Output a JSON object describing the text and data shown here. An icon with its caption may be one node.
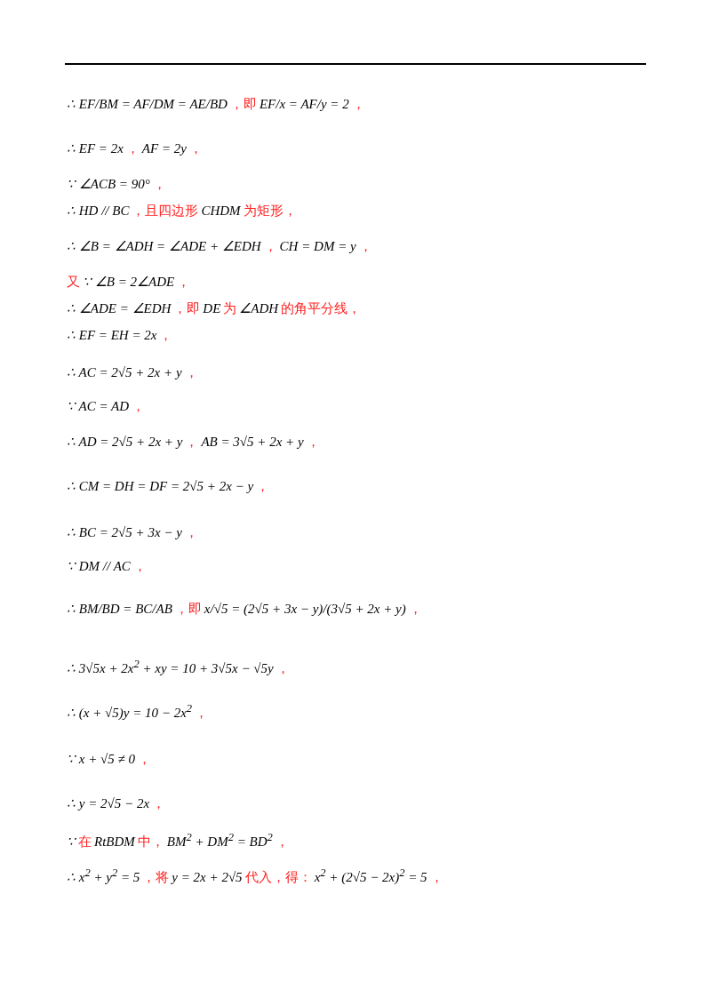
{
  "diagram": {
    "labels": [
      "∴ EF/BM = AF/DM = AE/BD",
      "，即",
      "EF/x = AF/y = 2",
      "，",
      "∴ EF = 2x",
      "，",
      "AF = 2y",
      "，",
      "∵ ∠ACB = 90°",
      "，",
      "∴ HD // BC",
      "，且四边形",
      "CHDM",
      "为矩形，",
      "∴ ∠B = ∠ADH = ∠ADE + ∠EDH",
      "，",
      "CH = DM = y",
      "，",
      "又",
      "∵ ∠B = 2∠ADE",
      "，",
      "∴ ∠ADE = ∠EDH",
      "，即",
      "DE",
      "为",
      "∠ADH",
      "的角平分线，",
      "∴ EF = EH = 2x",
      "，",
      "∴ AC = 2√5 + 2x + y",
      "，",
      "∵ AC = AD",
      "，",
      "∴ AD = 2√5 + 2x + y",
      "，",
      "AB = 3√5 + 2x + y",
      "，",
      "∴ CM = DH = DF = 2√5 + 2x − y",
      "，",
      "∴ BC = 2√5 + 3x − y",
      "，",
      "∵ DM // AC",
      "，",
      "∴ BM/BD = BC/AB",
      "，即",
      "x/√5 = (2√5 + 3x − y)/(3√5 + 2x + y)",
      "，",
      "∴ 3√5x + 2x$^{2}$ + xy = 10 + 3√5x − √5y",
      "，",
      "∴ (x + √5)y = 10 − 2x$^{2}$",
      "，",
      "∵ x + √5 ≠ 0",
      "，",
      "∴ y = 2√5 − 2x",
      "，",
      "∵",
      "在",
      "RtBDM",
      "中，",
      "BM$^{2}$ + DM$^{2}$ = BD$^{2}$",
      "，",
      "∴ x$^{2}$ + y$^{2}$ = 5",
      "，将",
      "y = 2x + 2√5",
      "代入，得：",
      "x$^{2}$ + (2√5 − 2x)$^{2}$ = 5",
      "，"
    ]
  }
}
